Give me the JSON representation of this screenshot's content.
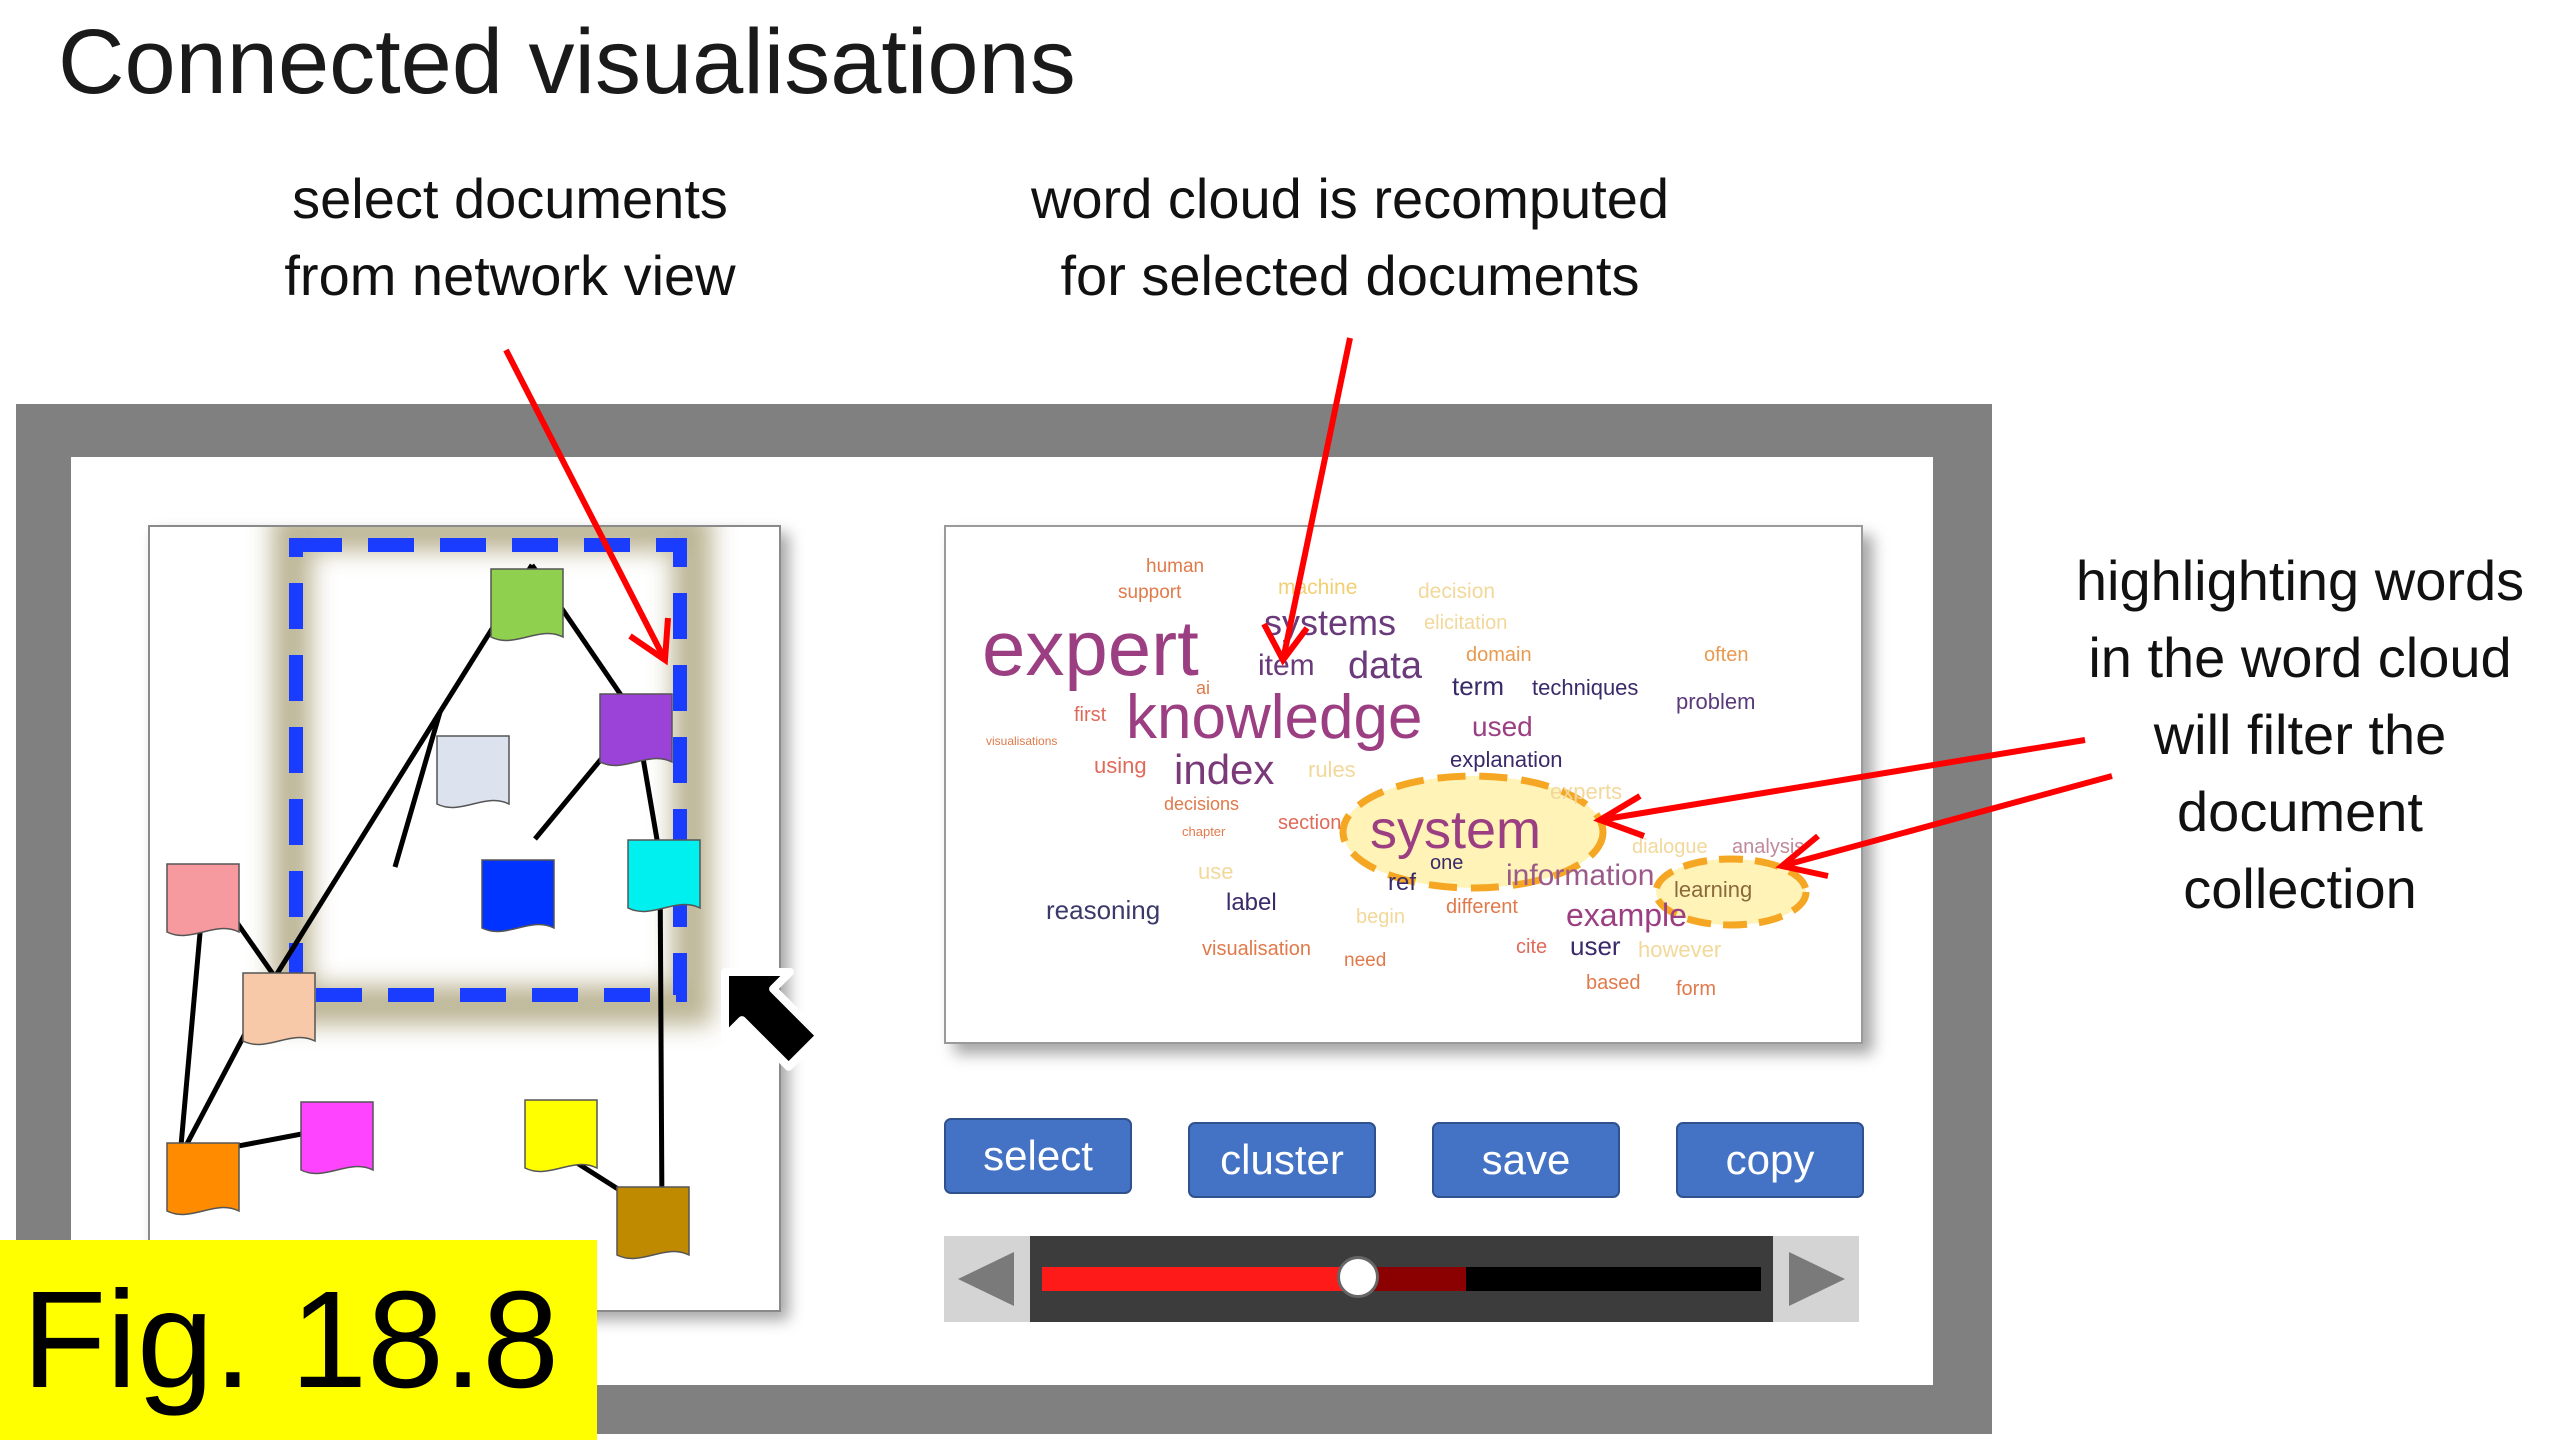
{
  "title": "Connected visualisations",
  "callouts": {
    "network": [
      "select documents",
      "from network view"
    ],
    "cloud": [
      "word cloud is recomputed",
      "for selected documents"
    ],
    "highlight": [
      "highlighting words",
      "in the word cloud",
      "will filter the",
      "document",
      "collection"
    ]
  },
  "word_cloud": [
    {
      "text": "human",
      "color": "#e07a4a"
    },
    {
      "text": "support",
      "color": "#e07a4a"
    },
    {
      "text": "machine",
      "color": "#f2cf72"
    },
    {
      "text": "decision",
      "color": "#f2d89a"
    },
    {
      "text": "expert",
      "color": "#9b3f82"
    },
    {
      "text": "systems",
      "color": "#6a3a7a"
    },
    {
      "text": "elicitation",
      "color": "#f2d89a"
    },
    {
      "text": "item",
      "color": "#6a3a7a"
    },
    {
      "text": "data",
      "color": "#6a3a7a"
    },
    {
      "text": "domain",
      "color": "#e89a50"
    },
    {
      "text": "often",
      "color": "#e89a50"
    },
    {
      "text": "ai",
      "color": "#e07a4a"
    },
    {
      "text": "term",
      "color": "#3a2a6a"
    },
    {
      "text": "techniques",
      "color": "#3a2a6a"
    },
    {
      "text": "problem",
      "color": "#5a3a7a"
    },
    {
      "text": "first",
      "color": "#e06a5a"
    },
    {
      "text": "knowledge",
      "color": "#9b3f82"
    },
    {
      "text": "used",
      "color": "#9b3f82"
    },
    {
      "text": "visualisations",
      "color": "#e07a4a"
    },
    {
      "text": "using",
      "color": "#e06a5a"
    },
    {
      "text": "index",
      "color": "#7a3a7a"
    },
    {
      "text": "rules",
      "color": "#f2d89a"
    },
    {
      "text": "explanation",
      "color": "#3a2a6a"
    },
    {
      "text": "decisions",
      "color": "#e07a4a"
    },
    {
      "text": "experts",
      "color": "#f2d89a"
    },
    {
      "text": "chapter",
      "color": "#e07a4a"
    },
    {
      "text": "section",
      "color": "#e06a5a"
    },
    {
      "text": "system",
      "color": "#9b3f82"
    },
    {
      "text": "dialogue",
      "color": "#f2d89a"
    },
    {
      "text": "analysis",
      "color": "#c08a9a"
    },
    {
      "text": "one",
      "color": "#3a2a6a"
    },
    {
      "text": "use",
      "color": "#f2d89a"
    },
    {
      "text": "ref",
      "color": "#3a2a6a"
    },
    {
      "text": "information",
      "color": "#9b5a8a"
    },
    {
      "text": "learning",
      "color": "#8a6a3a"
    },
    {
      "text": "reasoning",
      "color": "#3a3a6a"
    },
    {
      "text": "label",
      "color": "#3a2a6a"
    },
    {
      "text": "begin",
      "color": "#f2d89a"
    },
    {
      "text": "different",
      "color": "#e07a4a"
    },
    {
      "text": "example",
      "color": "#9b3f82"
    },
    {
      "text": "visualisation",
      "color": "#e07a4a"
    },
    {
      "text": "need",
      "color": "#e07a4a"
    },
    {
      "text": "cite",
      "color": "#e06a5a"
    },
    {
      "text": "user",
      "color": "#3a2a6a"
    },
    {
      "text": "however",
      "color": "#f2d89a"
    },
    {
      "text": "based",
      "color": "#e07a4a"
    },
    {
      "text": "form",
      "color": "#e07a4a"
    }
  ],
  "buttons": {
    "select": "select",
    "cluster": "cluster",
    "save": "save",
    "copy": "copy"
  },
  "slider": {
    "value": 0.44,
    "buffered": 0.59
  },
  "figure_label": "Fig. 18.8",
  "colors": {
    "accent_red": "#ff0000",
    "selection_blue": "#1a3cff",
    "button_blue": "#4472c4",
    "label_yellow": "#ffff00"
  },
  "documents": [
    {
      "id": "green",
      "color": "#8fd14f"
    },
    {
      "id": "purple",
      "color": "#9b42d8"
    },
    {
      "id": "pale",
      "color": "#dde3ee"
    },
    {
      "id": "blue",
      "color": "#0033ff"
    },
    {
      "id": "cyan",
      "color": "#00f0f0"
    },
    {
      "id": "pink",
      "color": "#f79aa0"
    },
    {
      "id": "peach",
      "color": "#f7c9a8"
    },
    {
      "id": "magenta",
      "color": "#ff44ff"
    },
    {
      "id": "orange",
      "color": "#ff8c00"
    },
    {
      "id": "yellow",
      "color": "#ffff00"
    },
    {
      "id": "brown",
      "color": "#c08a00"
    }
  ]
}
